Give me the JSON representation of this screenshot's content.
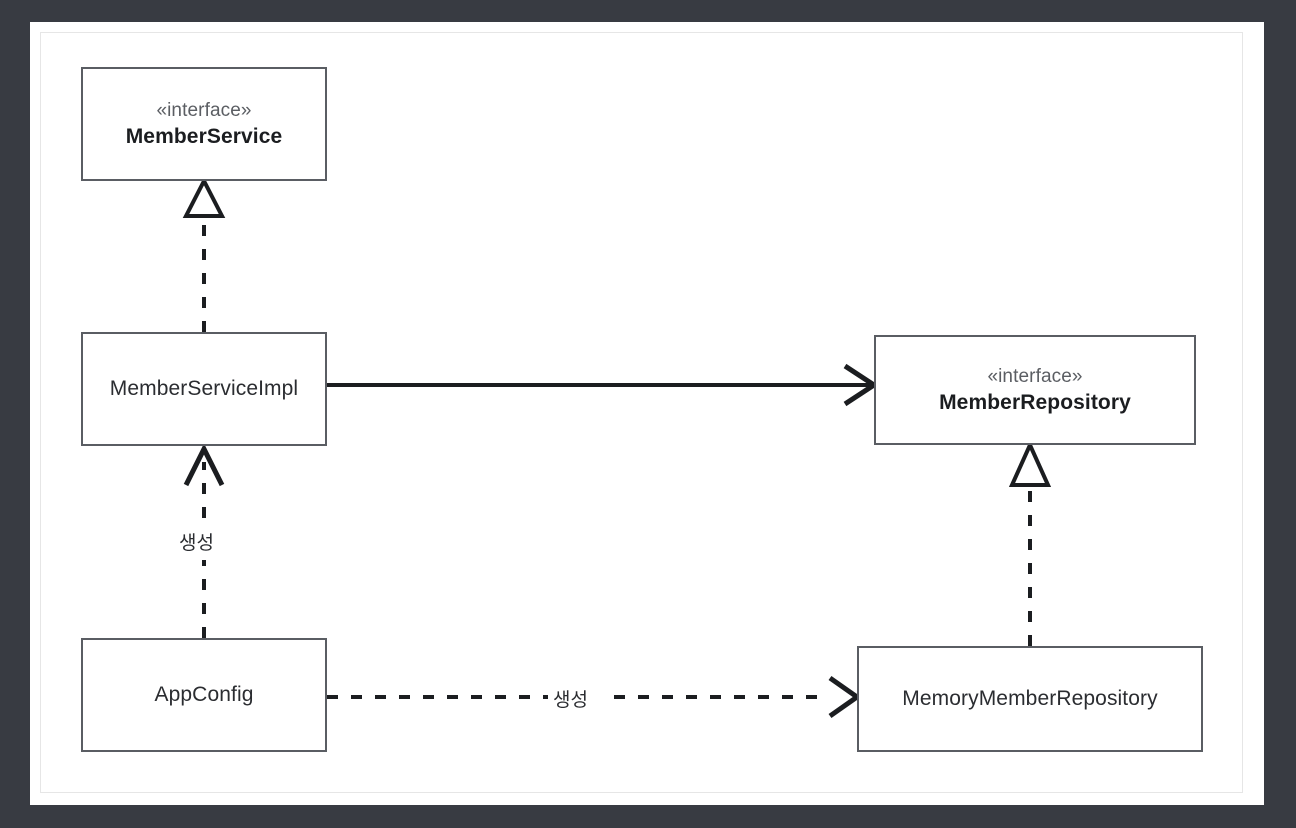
{
  "diagram": {
    "type": "uml-class-diagram",
    "title": "Spring DI AppConfig class diagram",
    "background_color": "#383b42",
    "page_color": "#ffffff",
    "frame_border_color": "#e6e6e6",
    "box_border_color": "#5a5d63",
    "line_color": "#1b1d20",
    "stereotype_color": "#5b5e63"
  },
  "nodes": [
    {
      "id": "member-service",
      "stereotype": "«interface»",
      "name": "MemberService",
      "bold": true
    },
    {
      "id": "member-service-impl",
      "stereotype": "",
      "name": "MemberServiceImpl",
      "bold": false
    },
    {
      "id": "app-config",
      "stereotype": "",
      "name": "AppConfig",
      "bold": false
    },
    {
      "id": "member-repository",
      "stereotype": "«interface»",
      "name": "MemberRepository",
      "bold": true
    },
    {
      "id": "memory-member-repository",
      "stereotype": "",
      "name": "MemoryMemberRepository",
      "bold": false
    }
  ],
  "edges": [
    {
      "id": "impl-realizes-service",
      "from": "member-service-impl",
      "to": "member-service",
      "style": "dashed",
      "arrow": "hollow-triangle",
      "label": ""
    },
    {
      "id": "impl-uses-repository",
      "from": "member-service-impl",
      "to": "member-repository",
      "style": "solid",
      "arrow": "open-arrow",
      "label": ""
    },
    {
      "id": "appconfig-creates-impl",
      "from": "app-config",
      "to": "member-service-impl",
      "style": "dashed",
      "arrow": "open-arrow",
      "label": "생성"
    },
    {
      "id": "memory-realizes-repository",
      "from": "memory-member-repository",
      "to": "member-repository",
      "style": "dashed",
      "arrow": "hollow-triangle",
      "label": ""
    },
    {
      "id": "appconfig-creates-memory-repository",
      "from": "app-config",
      "to": "memory-member-repository",
      "style": "dashed",
      "arrow": "open-arrow",
      "label": "생성"
    }
  ],
  "labels": {
    "creates_vertical": "생성",
    "creates_horizontal": "생성"
  }
}
